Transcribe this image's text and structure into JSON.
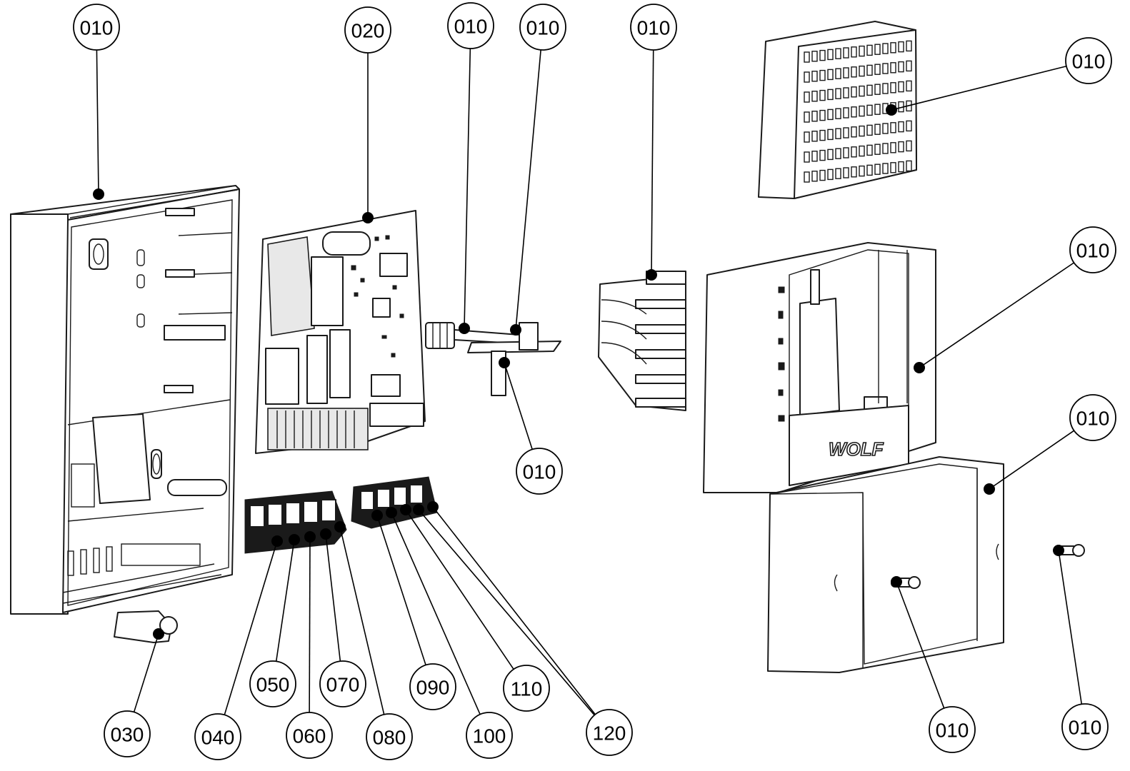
{
  "brand_logo": "WOLF",
  "callouts": [
    {
      "id": "c1",
      "label": "010"
    },
    {
      "id": "c2",
      "label": "020"
    },
    {
      "id": "c3",
      "label": "010"
    },
    {
      "id": "c4",
      "label": "010"
    },
    {
      "id": "c5",
      "label": "010"
    },
    {
      "id": "c6",
      "label": "010"
    },
    {
      "id": "c7",
      "label": "010"
    },
    {
      "id": "c8",
      "label": "010"
    },
    {
      "id": "c9",
      "label": "010"
    },
    {
      "id": "c10",
      "label": "030"
    },
    {
      "id": "c11",
      "label": "040"
    },
    {
      "id": "c12",
      "label": "050"
    },
    {
      "id": "c13",
      "label": "060"
    },
    {
      "id": "c14",
      "label": "070"
    },
    {
      "id": "c15",
      "label": "080"
    },
    {
      "id": "c16",
      "label": "090"
    },
    {
      "id": "c17",
      "label": "100"
    },
    {
      "id": "c18",
      "label": "110"
    },
    {
      "id": "c19",
      "label": "120"
    },
    {
      "id": "c20",
      "label": "010"
    },
    {
      "id": "c21",
      "label": "010"
    }
  ]
}
